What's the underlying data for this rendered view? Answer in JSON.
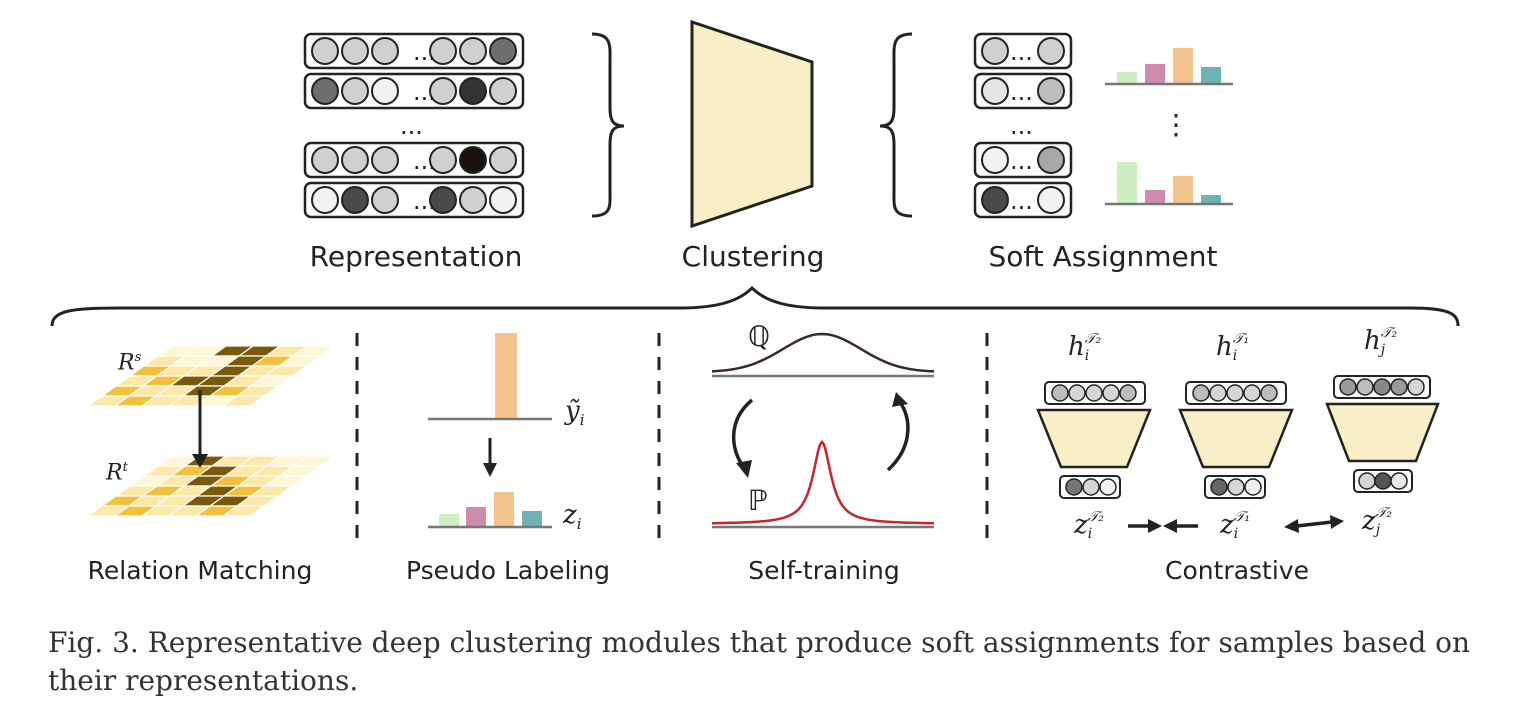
{
  "top": {
    "representation_label": "Representation",
    "clustering_label": "Clustering",
    "soft_assignment_label": "Soft Assignment",
    "ellipsis": "...",
    "vdots": "⋮"
  },
  "modules": {
    "relation_matching": {
      "label": "Relation Matching",
      "rs": "R",
      "rs_sup": "s",
      "rt": "R",
      "rt_sup": "t"
    },
    "pseudo_labeling": {
      "label": "Pseudo Labeling",
      "y_label": "ỹ",
      "y_sub": "i",
      "z_label": "z",
      "z_sub": "i"
    },
    "self_training": {
      "label": "Self-training",
      "q": "ℚ",
      "p": "ℙ"
    },
    "contrastive": {
      "label": "Contrastive",
      "h1": "h",
      "h1_sup": "𝒯₂",
      "h1_sub": "i",
      "h2": "h",
      "h2_sup": "𝒯₁",
      "h2_sub": "i",
      "h3": "h",
      "h3_sup": "𝒯₂",
      "h3_sub": "j",
      "z1": "z",
      "z1_sup": "𝒯₂",
      "z1_sub": "i",
      "z2": "z",
      "z2_sup": "𝒯₁",
      "z2_sub": "i",
      "z3": "z",
      "z3_sup": "𝒯₂",
      "z3_sub": "j"
    }
  },
  "caption": "Fig. 3.  Representative deep clustering modules that produce soft assignments for samples based on their representations.",
  "colors": {
    "bar_green": "#cdeec0",
    "bar_pink": "#cf8ab0",
    "bar_orange": "#f5c48e",
    "bar_teal": "#6fb2b3",
    "trapezoid_fill": "#f8efc9",
    "curve_q": "#3a2a2a",
    "curve_p": "#c8242c",
    "grid_light": "#fde8a8",
    "grid_mid": "#f2c03d",
    "grid_dark": "#7a5a0a"
  }
}
